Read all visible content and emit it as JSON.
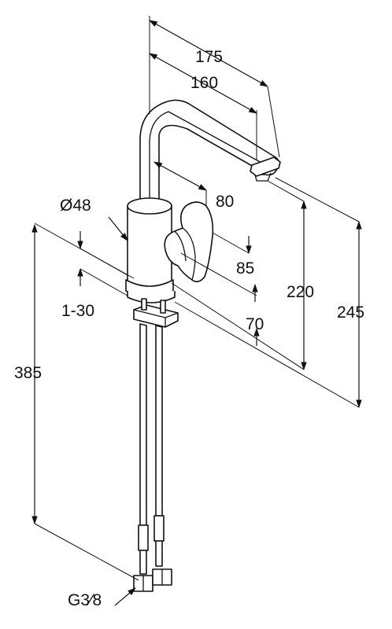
{
  "dimensions": {
    "spout_reach_outer": "175",
    "spout_reach_inner": "160",
    "handle_offset": "80",
    "body_diameter": "Ø48",
    "handle_height": "85",
    "base_height": "70",
    "counter_thickness": "1-30",
    "outlet_height": "220",
    "total_height": "245",
    "hose_length": "385",
    "thread": "G3⁄8"
  }
}
